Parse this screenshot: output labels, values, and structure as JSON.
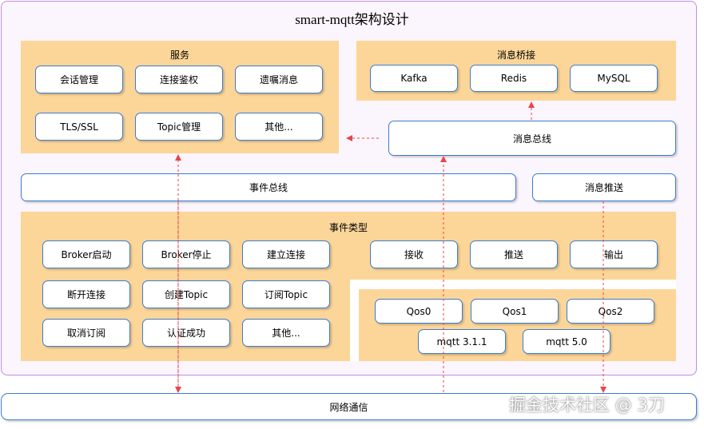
{
  "title": "smart-mqtt架构设计",
  "service": {
    "title": "服务",
    "items": [
      "会话管理",
      "连接鉴权",
      "遗嘱消息",
      "TLS/SSL",
      "Topic管理",
      "其他..."
    ]
  },
  "bridge": {
    "title": "消息桥接",
    "items": [
      "Kafka",
      "Redis",
      "MySQL"
    ]
  },
  "message_bus": "消息总线",
  "event_bus": "事件总线",
  "message_push": "消息推送",
  "event_types": {
    "title": "事件类型",
    "items": [
      "Broker启动",
      "Broker停止",
      "建立连接",
      "断开连接",
      "创建Topic",
      "订阅Topic",
      "取消订阅",
      "认证成功",
      "其他..."
    ],
    "push_items": [
      "接收",
      "推送",
      "输出"
    ]
  },
  "qos": {
    "items": [
      "Qos0",
      "Qos1",
      "Qos2"
    ],
    "versions": [
      "mqtt 3.1.1",
      "mqtt 5.0"
    ]
  },
  "network": "网络通信",
  "watermark": "掘金技术社区 @ 3刀",
  "colors": {
    "panel": "#fcd699",
    "box_border": "#3b7ccc",
    "outer_border": "#c28ce0",
    "arrow": "#e8454c"
  }
}
